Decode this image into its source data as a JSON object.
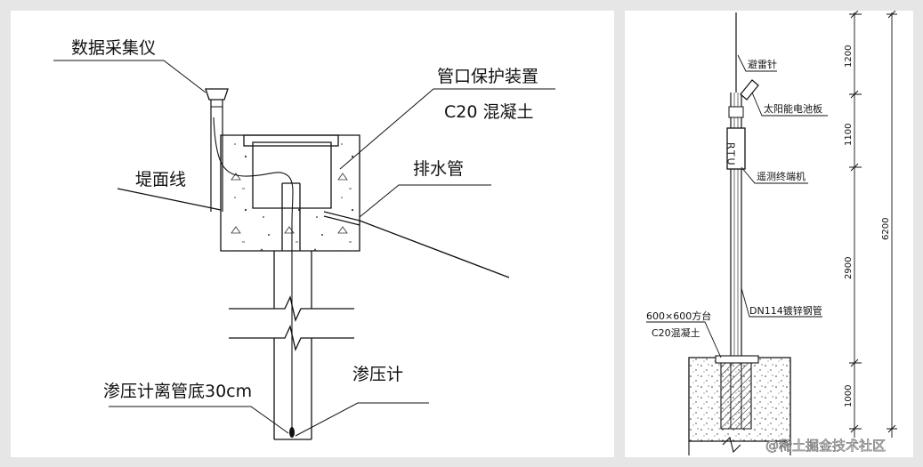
{
  "left_diagram": {
    "labels": {
      "data_logger": "数据采集仪",
      "pipe_protection": "管口保护装置",
      "concrete": "C20 混凝土",
      "embankment_line": "堤面线",
      "drain_pipe": "排水管",
      "sensor_distance": "渗压计离管底30cm",
      "piezometer": "渗压计"
    }
  },
  "right_diagram": {
    "labels": {
      "lightning_rod": "避雷针",
      "solar_panel": "太阳能电池板",
      "rtu_box": "RTU",
      "rtu": "遥测终端机",
      "steel_pipe": "DN114镀锌钢管",
      "platform_size": "600×600方台",
      "platform_concrete": "C20混凝土"
    },
    "dimensions": {
      "seg1": "1200",
      "seg2": "1100",
      "seg3": "2900",
      "seg4": "1000",
      "total": "6200"
    }
  },
  "watermark": "@稀土掘金技术社区"
}
